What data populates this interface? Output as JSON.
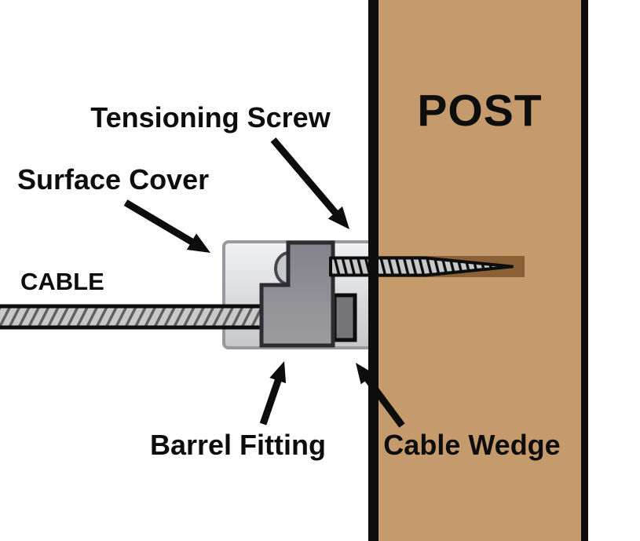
{
  "diagram": {
    "type": "cable-railing-tensioner-cross-section",
    "labels": {
      "tensioning_screw": "Tensioning Screw",
      "surface_cover": "Surface Cover",
      "cable": "CABLE",
      "post": "POST",
      "barrel_fitting": "Barrel Fitting",
      "cable_wedge": "Cable Wedge"
    },
    "colors": {
      "background": "#ffffff",
      "ink": "#0d0d0d",
      "post_wood": "#c59a6c",
      "pilot_hole": "#8a6137",
      "post_border": "#0d0d0d",
      "cover_fill_top": "#eff0f1",
      "cover_fill_bottom": "#c7c9cc",
      "cover_border": "#98989e",
      "barrel_fill_top": "#85858b",
      "barrel_fill_bottom": "#9a9a9e",
      "barrel_outline": "#2d2d31",
      "screw_head_fill": "#c6c8cb",
      "screw_head_outline": "#46464c",
      "cable_wedge_fill": "#757579",
      "cable_fill": "#c9c9c9",
      "cable_stripe": "#5f5f5f",
      "screw_thread_fill": "#c6c8ca"
    }
  }
}
